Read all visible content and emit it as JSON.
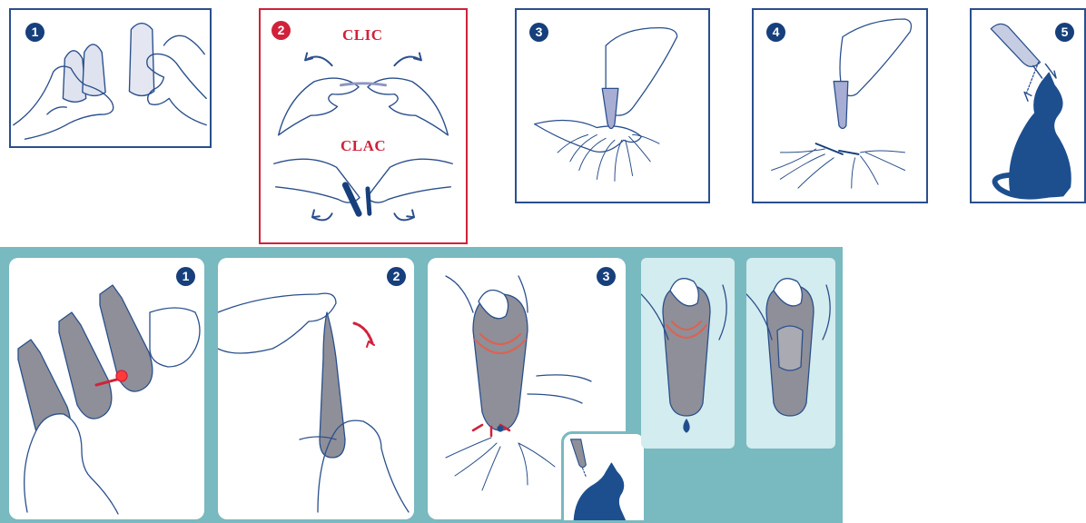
{
  "top_steps": [
    {
      "number": "1"
    },
    {
      "number": "2",
      "label_top": "CLIC",
      "label_bottom": "CLAC"
    },
    {
      "number": "3"
    },
    {
      "number": "4"
    },
    {
      "number": "5"
    }
  ],
  "bottom_steps": [
    {
      "number": "1"
    },
    {
      "number": "2"
    },
    {
      "number": "3"
    }
  ],
  "colors": {
    "outline_blue": "#2a4f8c",
    "badge_blue": "#163f7c",
    "highlight_red": "#d0223a",
    "teal": "#79b9c0",
    "pipette_grey": "#8e8f98",
    "cat_blue": "#1d4f8f"
  }
}
